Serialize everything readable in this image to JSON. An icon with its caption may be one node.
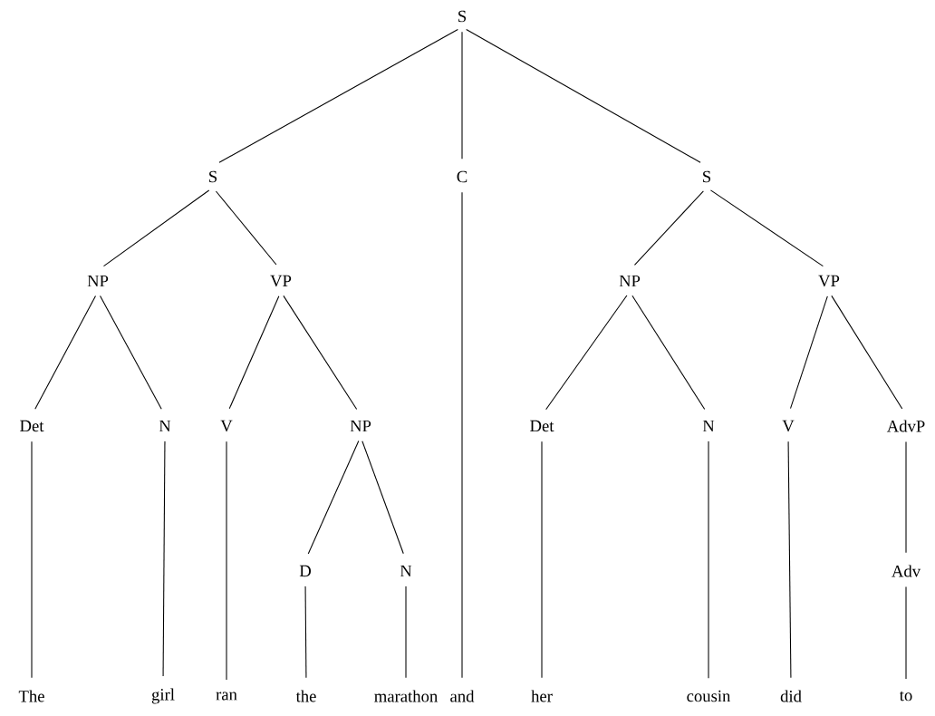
{
  "diagram": {
    "nodes": [
      {
        "text": [
          "S"
        ]
      },
      {
        "text": [
          "S"
        ]
      },
      {
        "text": [
          "C"
        ]
      },
      {
        "text": [
          "S"
        ]
      },
      {
        "text": [
          "NP"
        ]
      },
      {
        "text": [
          "VP"
        ]
      },
      {
        "text": [
          "NP"
        ]
      },
      {
        "text": [
          "VP"
        ]
      },
      {
        "text": [
          "Det"
        ]
      },
      {
        "text": [
          "N"
        ]
      },
      {
        "text": [
          "V"
        ]
      },
      {
        "text": [
          "NP"
        ]
      },
      {
        "text": [
          "Det"
        ]
      },
      {
        "text": [
          "N"
        ]
      },
      {
        "text": [
          "V"
        ]
      },
      {
        "text": [
          "AdvP"
        ]
      },
      {
        "text": [
          "D"
        ]
      },
      {
        "text": [
          "N"
        ]
      },
      {
        "text": [
          "Adv"
        ]
      },
      {
        "text": [
          "The"
        ]
      },
      {
        "text": [
          "girl"
        ]
      },
      {
        "text": [
          "ran"
        ]
      },
      {
        "text": [
          "the"
        ]
      },
      {
        "text": [
          "marathon"
        ]
      },
      {
        "text": [
          "and"
        ]
      },
      {
        "text": [
          "her"
        ]
      },
      {
        "text": [
          "cousin"
        ]
      },
      {
        "text": [
          "did"
        ]
      },
      {
        "text": [
          "to"
        ]
      }
    ],
    "edges": [
      {
        "from": 0,
        "to": 1,
        "arrow": "none"
      },
      {
        "from": 0,
        "to": 2,
        "arrow": "none"
      },
      {
        "from": 0,
        "to": 3,
        "arrow": "none"
      },
      {
        "from": 1,
        "to": 4,
        "arrow": "none"
      },
      {
        "from": 1,
        "to": 5,
        "arrow": "none"
      },
      {
        "from": 4,
        "to": 8,
        "arrow": "none"
      },
      {
        "from": 4,
        "to": 9,
        "arrow": "none"
      },
      {
        "from": 5,
        "to": 10,
        "arrow": "none"
      },
      {
        "from": 5,
        "to": 11,
        "arrow": "none"
      },
      {
        "from": 11,
        "to": 16,
        "arrow": "none"
      },
      {
        "from": 11,
        "to": 17,
        "arrow": "none"
      },
      {
        "from": 8,
        "to": 19,
        "arrow": "none"
      },
      {
        "from": 9,
        "to": 20,
        "arrow": "none"
      },
      {
        "from": 10,
        "to": 21,
        "arrow": "none"
      },
      {
        "from": 16,
        "to": 22,
        "arrow": "none"
      },
      {
        "from": 17,
        "to": 23,
        "arrow": "none"
      },
      {
        "from": 2,
        "to": 24,
        "arrow": "none"
      },
      {
        "from": 3,
        "to": 6,
        "arrow": "none"
      },
      {
        "from": 3,
        "to": 7,
        "arrow": "none"
      },
      {
        "from": 6,
        "to": 12,
        "arrow": "none"
      },
      {
        "from": 6,
        "to": 13,
        "arrow": "none"
      },
      {
        "from": 7,
        "to": 14,
        "arrow": "none"
      },
      {
        "from": 7,
        "to": 15,
        "arrow": "none"
      },
      {
        "from": 12,
        "to": 25,
        "arrow": "none"
      },
      {
        "from": 13,
        "to": 26,
        "arrow": "none"
      },
      {
        "from": 14,
        "to": 27,
        "arrow": "none"
      },
      {
        "from": 15,
        "to": 18,
        "arrow": "none"
      },
      {
        "from": 18,
        "to": 28,
        "arrow": "none"
      }
    ]
  }
}
